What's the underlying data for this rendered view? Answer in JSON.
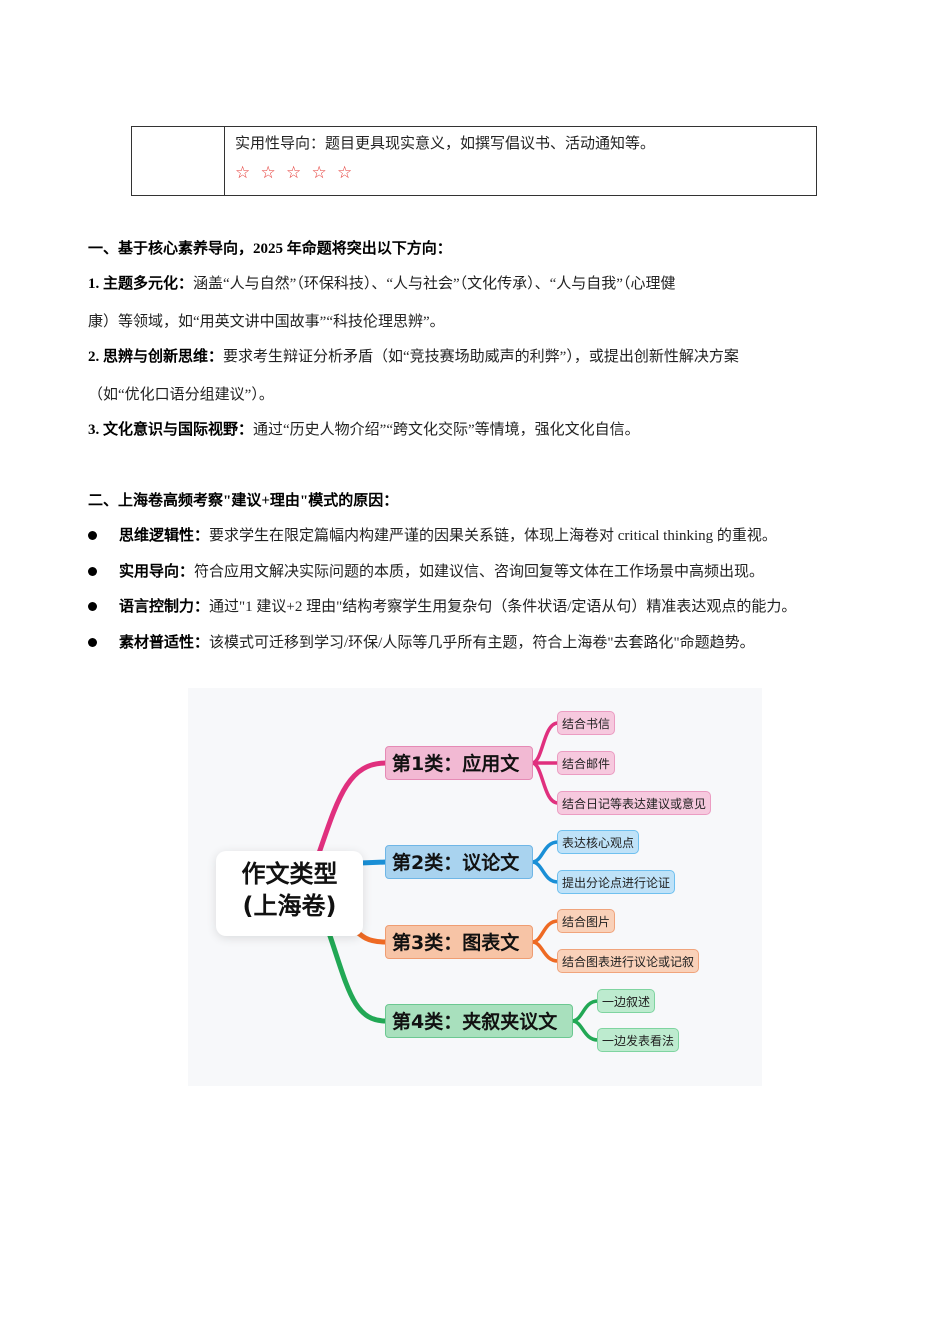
{
  "table_fragment": {
    "row_text": "实用性导向：题目更具现实意义，如撰写倡议书、活动通知等。",
    "stars": "☆ ☆ ☆ ☆ ☆",
    "star_color": "#e53935"
  },
  "section1": {
    "heading": "一、基于核心素养导向，2025 年命题将突出以下方向：",
    "items": [
      {
        "label": "1. 主题多元化：",
        "text_line1": "涵盖“人与自然”（环保科技）、“人与社会”（文化传承）、“人与自我”（心理健",
        "text_line2": "康）等领域，如“用英文讲中国故事”“科技伦理思辨”。"
      },
      {
        "label": "2. 思辨与创新思维：",
        "text_line1": "要求考生辩证分析矛盾（如“竞技赛场助威声的利弊”），或提出创新性解决方案",
        "text_line2": "（如“优化口语分组建议”）。"
      },
      {
        "label": "3. 文化意识与国际视野：",
        "text_line1": "通过“历史人物介绍”“跨文化交际”等情境，强化文化自信。"
      }
    ]
  },
  "section2": {
    "heading": "二、上海卷高频考察\"建议+理由\"模式的原因：",
    "bullets": [
      {
        "label": "思维逻辑性：",
        "text": "要求学生在限定篇幅内构建严谨的因果关系链，体现上海卷对 critical thinking 的重视。"
      },
      {
        "label": "实用导向：",
        "text": "符合应用文解决实际问题的本质，如建议信、咨询回复等文体在工作场景中高频出现。"
      },
      {
        "label": "语言控制力：",
        "text": "通过\"1 建议+2 理由\"结构考察学生用复杂句（条件状语/定语从句）精准表达观点的能力。"
      },
      {
        "label": "素材普适性：",
        "text": "该模式可迁移到学习/环保/人际等几乎所有主题，符合上海卷\"去套路化\"命题趋势。"
      }
    ]
  },
  "mindmap": {
    "root_line1": "作文类型",
    "root_line2": "(上海卷)",
    "colors": {
      "pink": "#e0307e",
      "blue": "#1a8fd6",
      "orange": "#ee6a24",
      "green": "#22a855"
    },
    "categories": [
      {
        "label": "第1类：应用文",
        "color": "pink",
        "children": [
          "结合书信",
          "结合邮件",
          "结合日记等表达建议或意见"
        ]
      },
      {
        "label": "第2类：议论文",
        "color": "blue",
        "children": [
          "表达核心观点",
          "提出分论点进行论证"
        ]
      },
      {
        "label": "第3类：图表文",
        "color": "orange",
        "children": [
          "结合图片",
          "结合图表进行议论或记叙"
        ]
      },
      {
        "label": "第4类：夹叙夹议文",
        "color": "green",
        "children": [
          "一边叙述",
          "一边发表看法"
        ]
      }
    ]
  }
}
